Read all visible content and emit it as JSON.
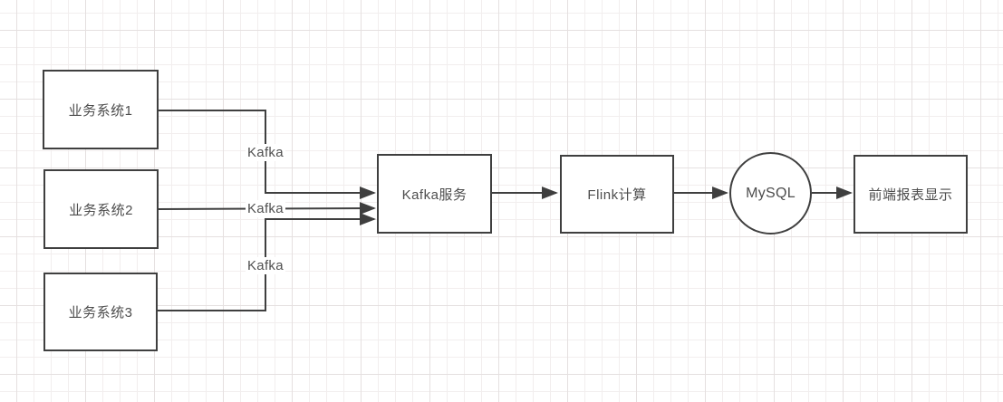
{
  "diagram": {
    "nodes": [
      {
        "id": "biz1",
        "shape": "rectangle",
        "label": "业务系统1"
      },
      {
        "id": "biz2",
        "shape": "rectangle",
        "label": "业务系统2"
      },
      {
        "id": "biz3",
        "shape": "rectangle",
        "label": "业务系统3"
      },
      {
        "id": "kafka",
        "shape": "rectangle",
        "label": "Kafka服务"
      },
      {
        "id": "flink",
        "shape": "rectangle",
        "label": "Flink计算"
      },
      {
        "id": "mysql",
        "shape": "circle",
        "label": "MySQL"
      },
      {
        "id": "report",
        "shape": "rectangle",
        "label": "前端报表显示"
      }
    ],
    "edges": [
      {
        "from": "biz1",
        "to": "kafka",
        "label": "Kafka"
      },
      {
        "from": "biz2",
        "to": "kafka",
        "label": "Kafka"
      },
      {
        "from": "biz3",
        "to": "kafka",
        "label": "Kafka"
      },
      {
        "from": "kafka",
        "to": "flink",
        "label": ""
      },
      {
        "from": "flink",
        "to": "mysql",
        "label": ""
      },
      {
        "from": "mysql",
        "to": "report",
        "label": ""
      }
    ],
    "colors": {
      "line": "#3f3f3f",
      "node_border": "#3f3f3f",
      "node_fill": "#ffffff",
      "text": "#4d4d4d",
      "grid_minor": "#f2eeee",
      "grid_major": "#e5e0e0",
      "canvas": "#ffffff"
    }
  }
}
